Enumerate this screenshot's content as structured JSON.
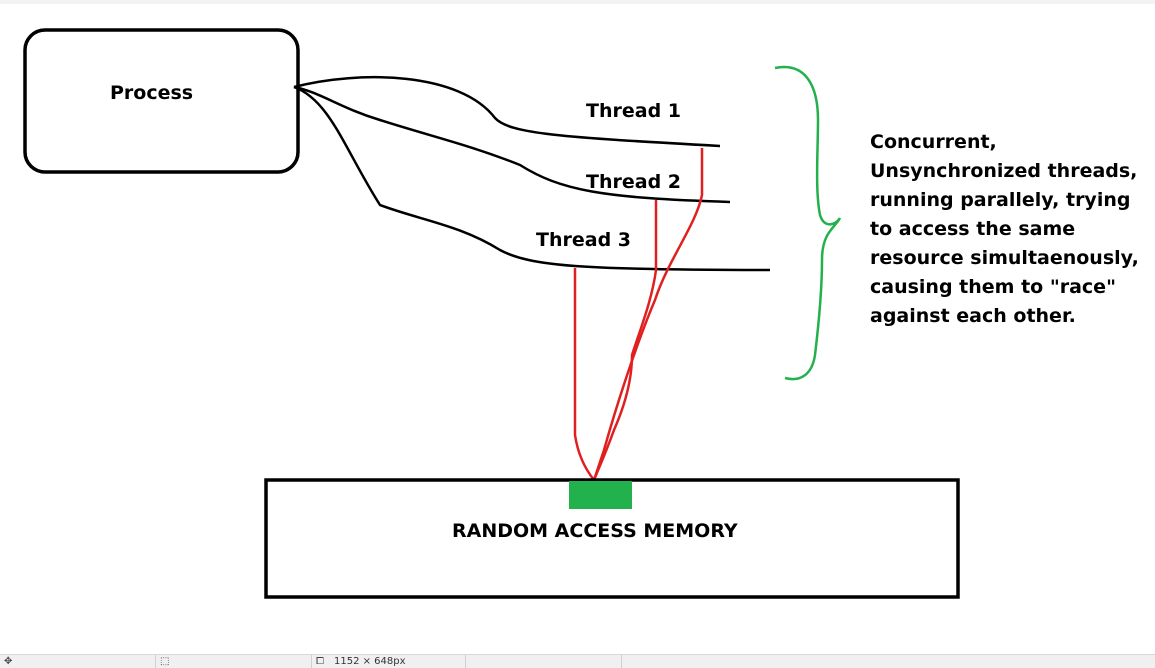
{
  "diagram": {
    "process_label": "Process",
    "threads": [
      {
        "label": "Thread 1"
      },
      {
        "label": "Thread 2"
      },
      {
        "label": "Thread 3"
      }
    ],
    "memory_label": "RANDOM ACCESS MEMORY",
    "description_lines": [
      "Concurrent,",
      "Unsynchronized threads,",
      "running parallely, trying",
      "to access the same",
      "resource simultaenously,",
      "causing them to \"race\"",
      "against each other."
    ],
    "colors": {
      "outline": "#000000",
      "access_lines": "#e02020",
      "brace": "#22b14c",
      "shared_resource": "#22b14c"
    }
  },
  "statusbar": {
    "move_icon": "move-icon",
    "selection_icon": "selection-icon",
    "canvas_size_icon": "canvas-size-icon",
    "canvas_size": "1152 × 648px"
  }
}
